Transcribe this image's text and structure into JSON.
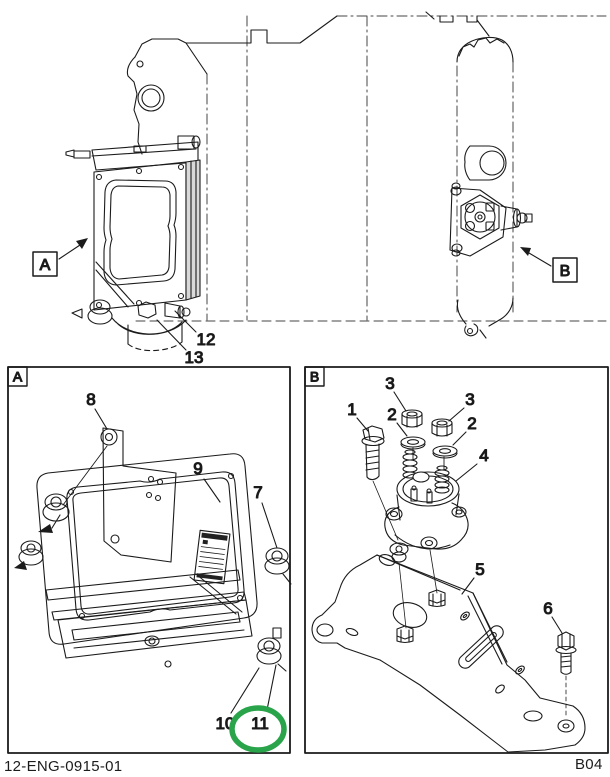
{
  "overview": {
    "view_a": "A",
    "view_b": "B",
    "c12": "12",
    "c13": "13"
  },
  "detail_a": {
    "label": "A",
    "c7": "7",
    "c8": "8",
    "c9": "9",
    "c10": "10",
    "c11": "11",
    "highlight_color": "#2aa44a"
  },
  "detail_b": {
    "label": "B",
    "c1": "1",
    "c2a": "2",
    "c2b": "2",
    "c3a": "3",
    "c3b": "3",
    "c4": "4",
    "c5": "5",
    "c6": "6"
  },
  "footer": {
    "figure_code": "12-ENG-0915-01",
    "page_code": "B04"
  }
}
